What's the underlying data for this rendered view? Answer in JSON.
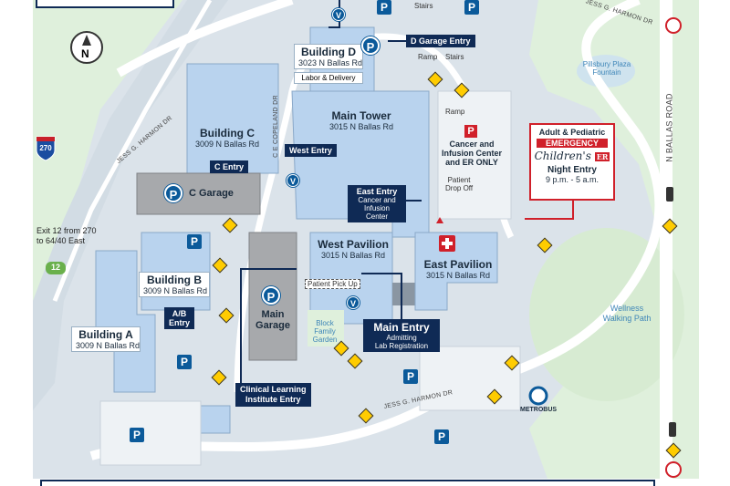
{
  "colors": {
    "building": "#b9d3ee",
    "nav": "#0f2a55",
    "green": "#dff0dc",
    "road": "#ffffff",
    "emergency": "#d0202a",
    "parking": "#0b5a9a"
  },
  "compass": {
    "letter": "N"
  },
  "parking_symbol": "P",
  "valet_symbol": "V",
  "buildings": {
    "building_d": {
      "name": "Building D",
      "address": "3023 N Ballas Rd",
      "note": "Labor & Delivery"
    },
    "main_tower": {
      "name": "Main Tower",
      "address": "3015 N Ballas Rd"
    },
    "building_c": {
      "name": "Building C",
      "address": "3009 N Ballas Rd"
    },
    "building_b": {
      "name": "Building B",
      "address": "3009 N Ballas Rd"
    },
    "building_a": {
      "name": "Building  A",
      "address": "3009 N Ballas Rd"
    },
    "west_pavilion": {
      "name": "West Pavilion",
      "address": "3015 N Ballas Rd"
    },
    "east_pavilion": {
      "name": "East Pavilion",
      "address": "3015 N Ballas Rd"
    }
  },
  "garages": {
    "c_garage": "C Garage",
    "main_garage_line1": "Main",
    "main_garage_line2": "Garage"
  },
  "entries": {
    "d_garage": "D Garage Entry",
    "c_entry": "C Entry",
    "west_entry": "West Entry",
    "east_entry": {
      "title": "East Entry",
      "sub": "Cancer and Infusion Center"
    },
    "ab_entry_line1": "A/B",
    "ab_entry_line2": "Entry",
    "main_entry": {
      "title": "Main Entry",
      "sub1": "Admitting",
      "sub2": "Lab Registration"
    },
    "clinical": {
      "line1": "Clinical Learning",
      "line2": "Institute Entry"
    }
  },
  "emergency": {
    "title": "Adult & Pediatric",
    "badge": "EMERGENCY",
    "childrens": "Children's",
    "er": "ER",
    "night_title": "Night Entry",
    "night_hours": "9 p.m. - 5 a.m."
  },
  "cancer_center": {
    "line1": "Cancer and",
    "line2": "Infusion Center",
    "line3": "and ER ONLY"
  },
  "labels": {
    "stairs1": "Stairs",
    "ramp1": "Ramp",
    "stairs2": "Stairs",
    "ramp2": "Ramp",
    "patient_drop1": "Patient",
    "patient_drop2": "Drop Off",
    "patient_pickup": "Patient Pick Up",
    "garden1": "Block",
    "garden2": "Family",
    "garden3": "Garden",
    "fountain1": "Pillsbury Plaza",
    "fountain2": "Fountain",
    "wellness1": "Wellness",
    "wellness2": "Walking Path",
    "metrobus": "METROBUS",
    "exit_line1": "Exit 12 from 270",
    "exit_line2": "to 64/40 East"
  },
  "roads": {
    "jess_harmon_top": "JESS G. HARMON DR",
    "jess_harmon_left": "JESS G. HARMON DR",
    "jess_harmon_bottom": "JESS G. HARMON DR",
    "copeland": "C E COPELAND DR",
    "ballas": "N BALLAS ROAD"
  },
  "interstate": "270",
  "exit_number": "12"
}
